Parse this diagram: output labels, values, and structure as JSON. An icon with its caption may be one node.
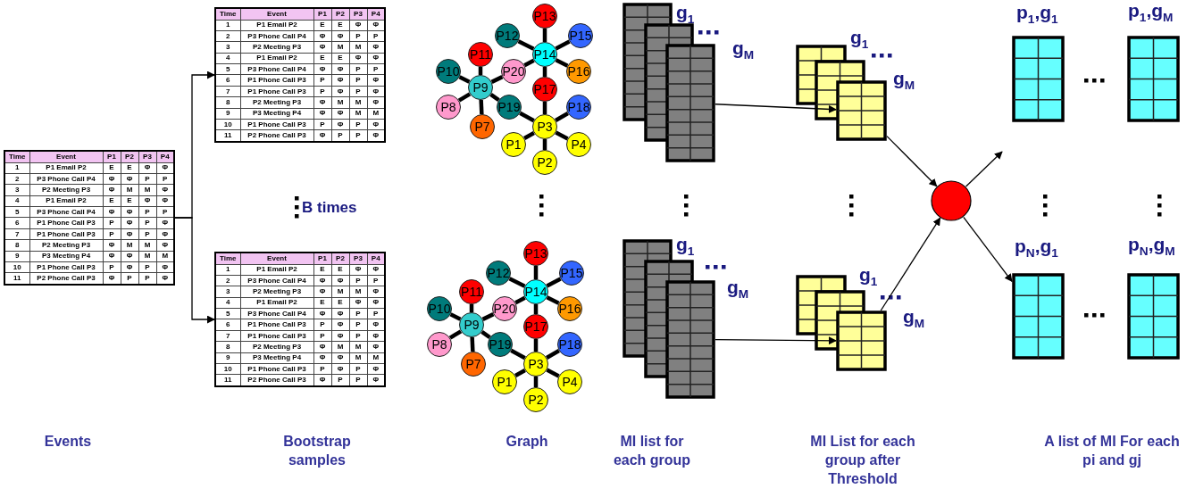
{
  "diagram": {
    "nodes": [
      {
        "text": [
          "Time",
          "Event",
          "P1",
          "P2",
          "P3",
          "P4",
          "1",
          "P1 Email P2",
          "E",
          "E",
          "Φ",
          "Φ",
          "2",
          "P3 Phone Call P4",
          "Φ",
          "Φ",
          "P",
          "P",
          "3",
          "P2 Meeting P3",
          "Φ",
          "M",
          "M",
          "Φ",
          "4",
          "P1 Email P2",
          "E",
          "E",
          "Φ",
          "Φ",
          "5",
          "P3 Phone Call P4",
          "Φ",
          "Φ",
          "P",
          "P",
          "6",
          "P1 Phone Call P3",
          "P",
          "Φ",
          "P",
          "Φ",
          "7",
          "P1 Phone Call P3",
          "P",
          "Φ",
          "P",
          "Φ",
          "8",
          "P2 Meeting P3",
          "Φ",
          "M",
          "M",
          "Φ",
          "9",
          "P3 Meeting P4",
          "Φ",
          "Φ",
          "M",
          "M",
          "10",
          "P1 Phone Call P3",
          "P",
          "Φ",
          "P",
          "Φ",
          "11",
          "P2 Phone Call P3",
          "Φ",
          "P",
          "P",
          "Φ"
        ]
      },
      {
        "text": [
          "Time",
          "Event",
          "P1",
          "P2",
          "P3",
          "P4",
          "1",
          "P1 Email P2",
          "E",
          "E",
          "Φ",
          "Φ",
          "2",
          "P3 Phone Call P4",
          "Φ",
          "Φ",
          "P",
          "P",
          "3",
          "P2 Meeting P3",
          "Φ",
          "M",
          "M",
          "Φ",
          "4",
          "P1 Email P2",
          "E",
          "E",
          "Φ",
          "Φ",
          "5",
          "P3 Phone Call P4",
          "Φ",
          "Φ",
          "P",
          "P",
          "6",
          "P1 Phone Call P3",
          "P",
          "Φ",
          "P",
          "Φ",
          "7",
          "P1 Phone Call P3",
          "P",
          "Φ",
          "P",
          "Φ",
          "8",
          "P2 Meeting P3",
          "Φ",
          "M",
          "M",
          "Φ",
          "9",
          "P3 Meeting P4",
          "Φ",
          "Φ",
          "M",
          "M",
          "10",
          "P1 Phone Call P3",
          "P",
          "Φ",
          "P",
          "Φ",
          "11",
          "P2 Phone Call P3",
          "Φ",
          "P",
          "P",
          "Φ"
        ]
      },
      {
        "text": [
          "Time",
          "Event",
          "P1",
          "P2",
          "P3",
          "P4",
          "1",
          "P1 Email P2",
          "E",
          "E",
          "Φ",
          "Φ",
          "2",
          "P3 Phone Call P4",
          "Φ",
          "Φ",
          "P",
          "P",
          "3",
          "P2 Meeting P3",
          "Φ",
          "M",
          "M",
          "Φ",
          "4",
          "P1 Email P2",
          "E",
          "E",
          "Φ",
          "Φ",
          "5",
          "P3 Phone Call P4",
          "Φ",
          "Φ",
          "P",
          "P",
          "6",
          "P1 Phone Call P3",
          "P",
          "Φ",
          "P",
          "Φ",
          "7",
          "P1 Phone Call P3",
          "P",
          "Φ",
          "P",
          "Φ",
          "8",
          "P2 Meeting P3",
          "Φ",
          "M",
          "M",
          "Φ",
          "9",
          "P3 Meeting P4",
          "Φ",
          "Φ",
          "M",
          "M",
          "10",
          "P1 Phone Call P3",
          "P",
          "Φ",
          "P",
          "Φ",
          "11",
          "P2 Phone Call P3",
          "Φ",
          "P",
          "P",
          "Φ"
        ]
      },
      {
        "text": [
          "P13"
        ]
      },
      {
        "text": [
          "P12"
        ]
      },
      {
        "text": [
          "P15"
        ]
      },
      {
        "text": [
          "P11"
        ]
      },
      {
        "text": [
          "P14"
        ]
      },
      {
        "text": [
          "P20"
        ]
      },
      {
        "text": [
          "P16"
        ]
      },
      {
        "text": [
          "P10"
        ]
      },
      {
        "text": [
          "P9"
        ]
      },
      {
        "text": [
          "P17"
        ]
      },
      {
        "text": [
          "P8"
        ]
      },
      {
        "text": [
          "P19"
        ]
      },
      {
        "text": [
          "P18"
        ]
      },
      {
        "text": [
          "P7"
        ]
      },
      {
        "text": [
          "P3"
        ]
      },
      {
        "text": [
          "P1"
        ]
      },
      {
        "text": [
          "P4"
        ]
      },
      {
        "text": [
          "P2"
        ]
      },
      {
        "text": [
          "P13"
        ]
      },
      {
        "text": [
          "P12"
        ]
      },
      {
        "text": [
          "P15"
        ]
      },
      {
        "text": [
          "P11"
        ]
      },
      {
        "text": [
          "P14"
        ]
      },
      {
        "text": [
          "P20"
        ]
      },
      {
        "text": [
          "P16"
        ]
      },
      {
        "text": [
          "P10"
        ]
      },
      {
        "text": [
          "P9"
        ]
      },
      {
        "text": [
          "P17"
        ]
      },
      {
        "text": [
          "P8"
        ]
      },
      {
        "text": [
          "P19"
        ]
      },
      {
        "text": [
          "P18"
        ]
      },
      {
        "text": [
          "P7"
        ]
      },
      {
        "text": [
          "P3"
        ]
      },
      {
        "text": [
          "P1"
        ]
      },
      {
        "text": [
          "P4"
        ]
      },
      {
        "text": [
          "P2"
        ]
      },
      {
        "text": [],
        "shape": "grid",
        "beside": [
          "g$_{1}$",
          "g$_{M}$"
        ]
      },
      {
        "text": [],
        "shape": "grid",
        "beside": [
          "g$_{1}$",
          "g$_{M}$"
        ]
      },
      {
        "text": [],
        "shape": "grid",
        "beside": [
          "g$_{1}$",
          "g$_{M}$"
        ]
      },
      {
        "text": [],
        "shape": "grid",
        "beside": [
          "g$_{1}$",
          "g$_{M}$"
        ]
      },
      {
        "text": [],
        "shape": "circle"
      },
      {
        "text": [],
        "shape": "grid",
        "beside": [
          "p$_{1}$,g$_{1}$"
        ]
      },
      {
        "text": [],
        "shape": "grid",
        "beside": [
          "p$_{1}$,g$_{M}$"
        ]
      },
      {
        "text": [],
        "shape": "grid",
        "beside": [
          "p$_{N}$,g$_{1}$"
        ]
      },
      {
        "text": [],
        "shape": "grid",
        "beside": [
          "p$_{N}$,g$_{M}$"
        ]
      }
    ],
    "edges": [
      {
        "from": 0,
        "to": 1,
        "arrow": "to"
      },
      {
        "from": 0,
        "to": 2,
        "arrow": "to"
      },
      {
        "from": 11,
        "to": 6,
        "arrow": "none"
      },
      {
        "from": 11,
        "to": 10,
        "arrow": "none"
      },
      {
        "from": 11,
        "to": 13,
        "arrow": "none"
      },
      {
        "from": 11,
        "to": 16,
        "arrow": "none"
      },
      {
        "from": 11,
        "to": 8,
        "arrow": "none"
      },
      {
        "from": 11,
        "to": 14,
        "arrow": "none"
      },
      {
        "from": 8,
        "to": 7,
        "arrow": "none"
      },
      {
        "from": 7,
        "to": 4,
        "arrow": "none"
      },
      {
        "from": 7,
        "to": 3,
        "arrow": "none"
      },
      {
        "from": 7,
        "to": 5,
        "arrow": "none"
      },
      {
        "from": 7,
        "to": 9,
        "arrow": "none"
      },
      {
        "from": 7,
        "to": 12,
        "arrow": "none"
      },
      {
        "from": 12,
        "to": 17,
        "arrow": "none"
      },
      {
        "from": 14,
        "to": 17,
        "arrow": "none"
      },
      {
        "from": 17,
        "to": 15,
        "arrow": "none"
      },
      {
        "from": 17,
        "to": 19,
        "arrow": "none"
      },
      {
        "from": 17,
        "to": 20,
        "arrow": "none"
      },
      {
        "from": 17,
        "to": 18,
        "arrow": "none"
      },
      {
        "from": 29,
        "to": 24,
        "arrow": "none"
      },
      {
        "from": 29,
        "to": 28,
        "arrow": "none"
      },
      {
        "from": 29,
        "to": 31,
        "arrow": "none"
      },
      {
        "from": 29,
        "to": 34,
        "arrow": "none"
      },
      {
        "from": 29,
        "to": 26,
        "arrow": "none"
      },
      {
        "from": 29,
        "to": 32,
        "arrow": "none"
      },
      {
        "from": 26,
        "to": 25,
        "arrow": "none"
      },
      {
        "from": 25,
        "to": 22,
        "arrow": "none"
      },
      {
        "from": 25,
        "to": 21,
        "arrow": "none"
      },
      {
        "from": 25,
        "to": 23,
        "arrow": "none"
      },
      {
        "from": 25,
        "to": 27,
        "arrow": "none"
      },
      {
        "from": 25,
        "to": 30,
        "arrow": "none"
      },
      {
        "from": 30,
        "to": 35,
        "arrow": "none"
      },
      {
        "from": 32,
        "to": 35,
        "arrow": "none"
      },
      {
        "from": 35,
        "to": 33,
        "arrow": "none"
      },
      {
        "from": 35,
        "to": 37,
        "arrow": "none"
      },
      {
        "from": 35,
        "to": 38,
        "arrow": "none"
      },
      {
        "from": 35,
        "to": 36,
        "arrow": "none"
      },
      {
        "from": 39,
        "to": 41,
        "arrow": "to"
      },
      {
        "from": 40,
        "to": 42,
        "arrow": "to"
      },
      {
        "from": 41,
        "to": 43,
        "arrow": "to"
      },
      {
        "from": 42,
        "to": 43,
        "arrow": "to"
      },
      {
        "from": 43,
        "to": null,
        "arrow": "to"
      },
      {
        "from": 43,
        "to": 46,
        "arrow": "to"
      }
    ],
    "labels": [
      "B times",
      "Events",
      "Bootstrap samples",
      "Graph",
      "MI list for each group",
      "MI List for each group after Threshold",
      "A list of MI For each pi and gj"
    ]
  }
}
